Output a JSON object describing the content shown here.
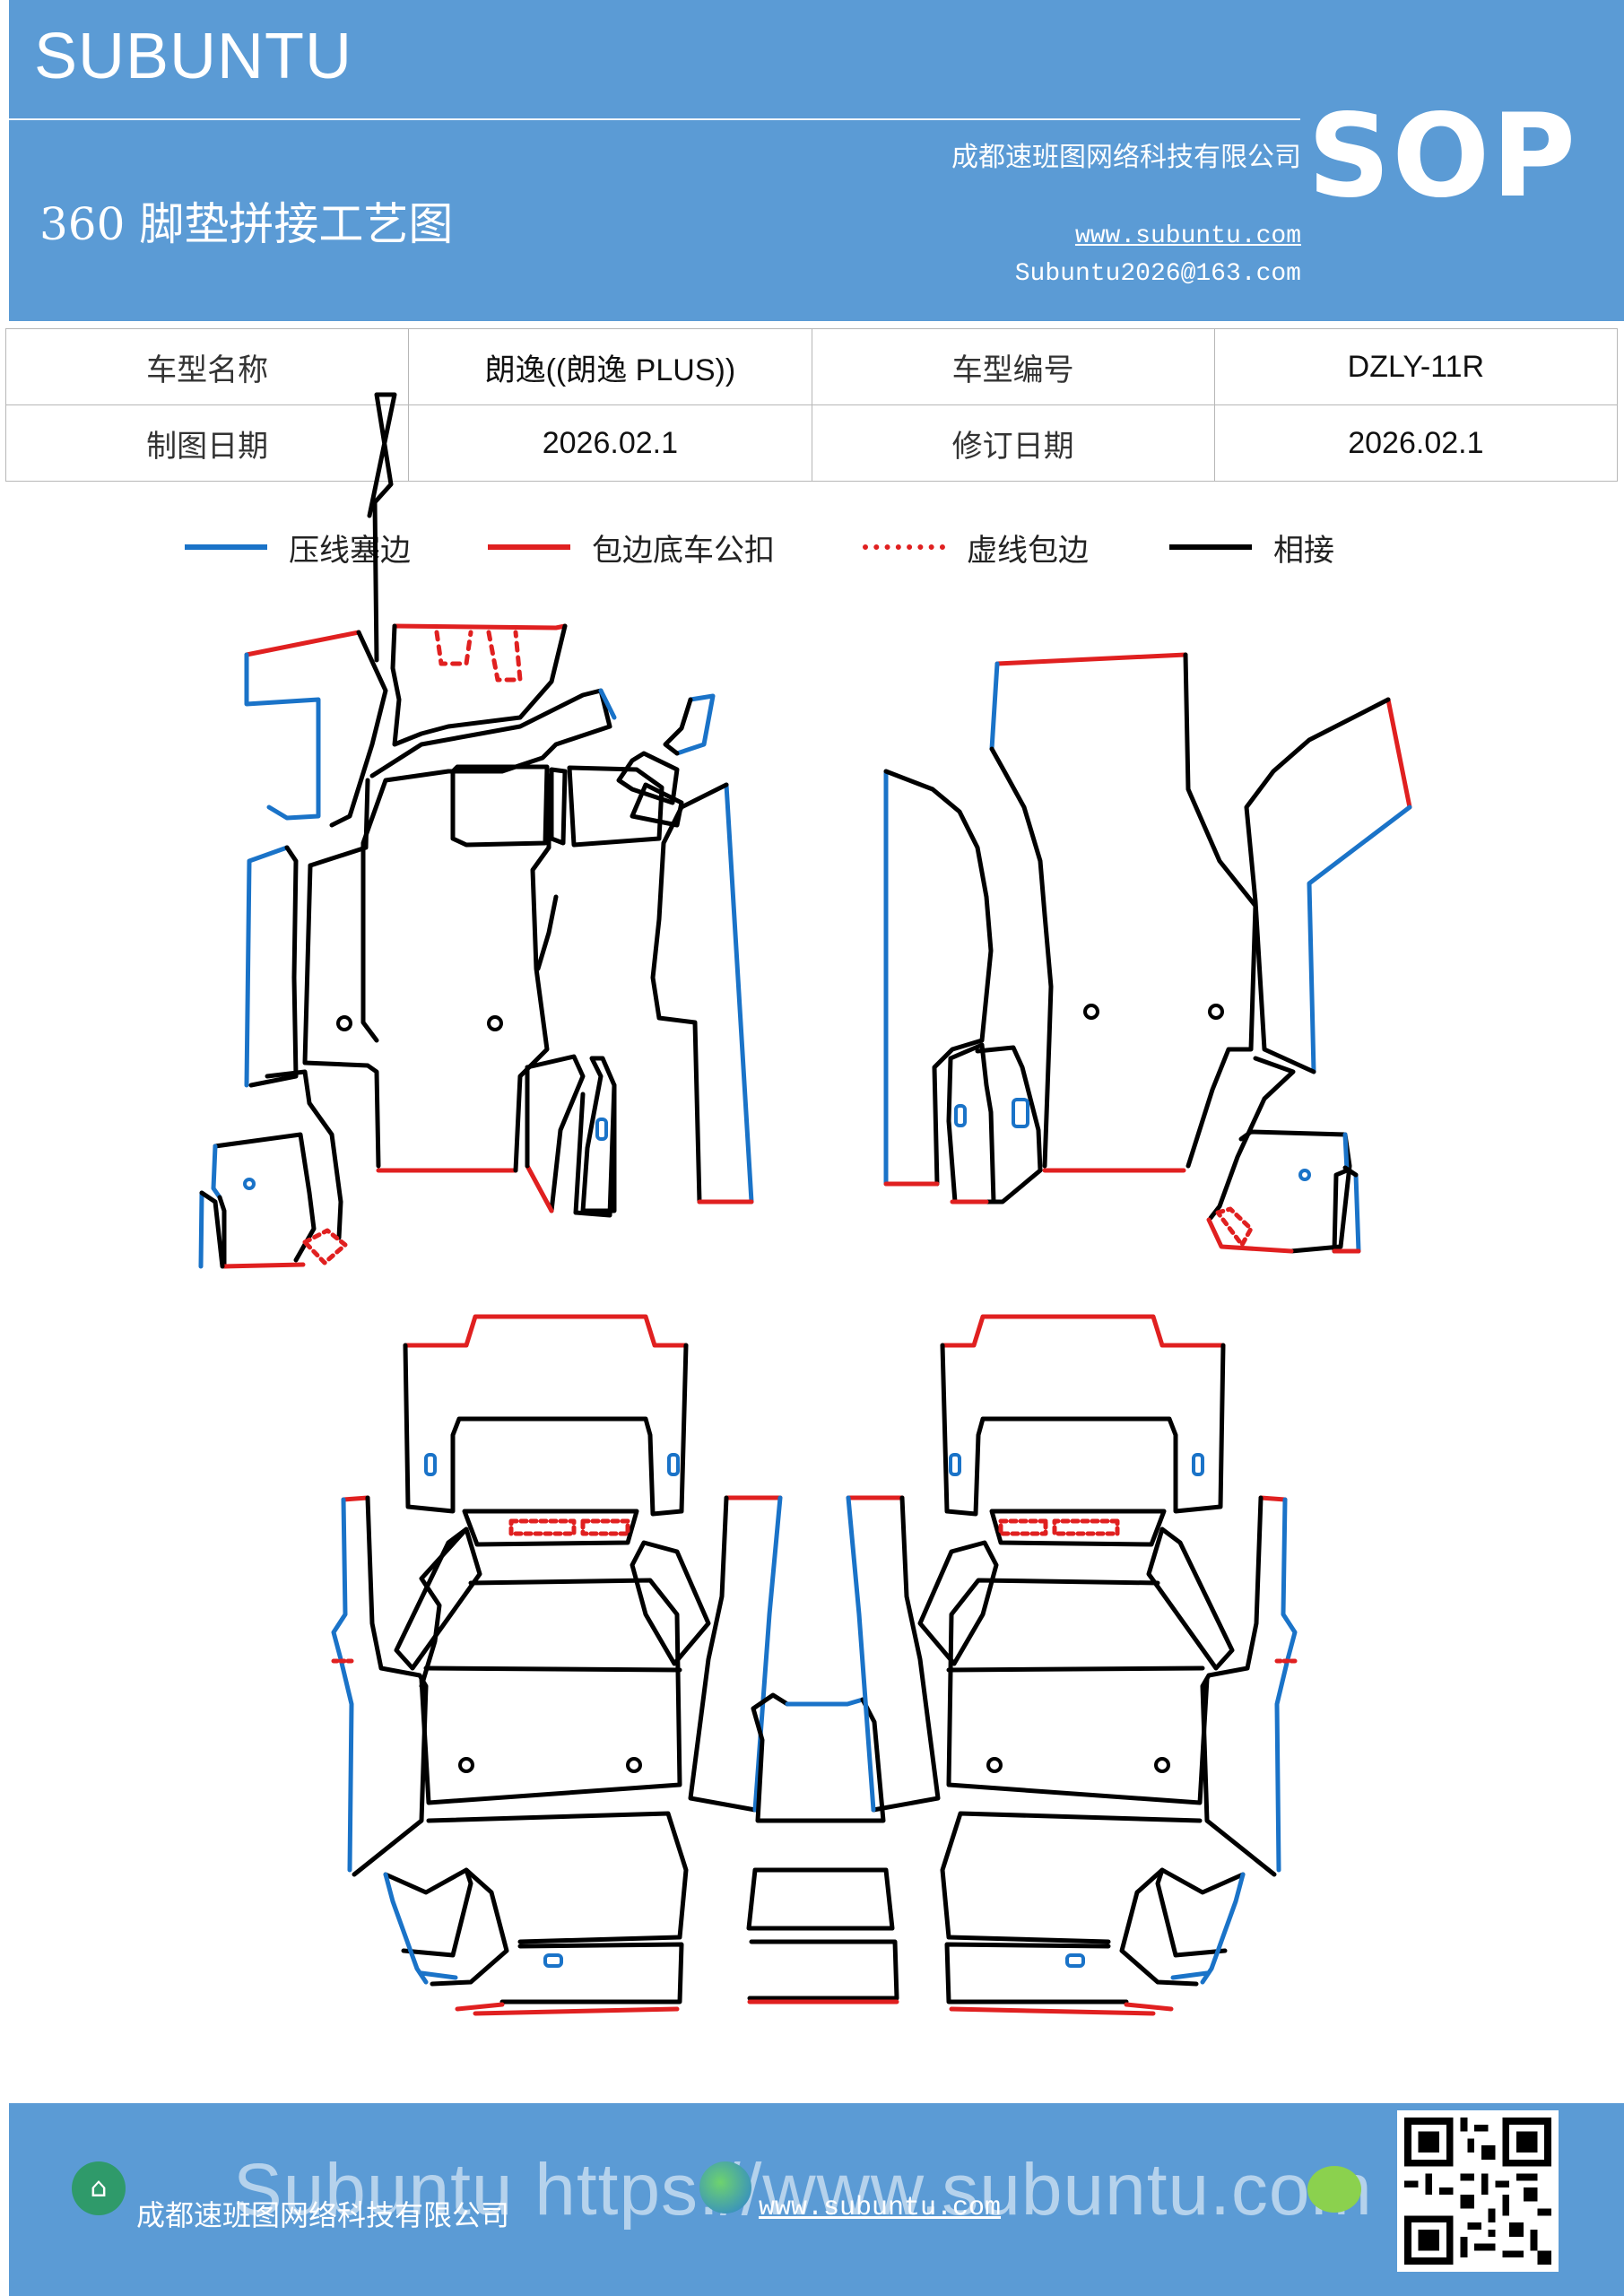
{
  "header": {
    "brand": "SUBUNTU",
    "doc_title": "360 脚垫拼接工艺图",
    "company": "成都速班图网络科技有限公司",
    "website": "www.subuntu.com",
    "email": "Subuntu2026@163.com",
    "sop": "SOP"
  },
  "info_table": {
    "rows": [
      {
        "label1": "车型名称",
        "value1": "朗逸((朗逸 PLUS))",
        "label2": "车型编号",
        "value2": "DZLY-11R"
      },
      {
        "label1": "制图日期",
        "value1": "2026.02.1",
        "label2": "修订日期",
        "value2": "2026.02.1"
      }
    ]
  },
  "legend": [
    {
      "label": "压线塞边",
      "color": "#1a73c8",
      "style": "solid"
    },
    {
      "label": "包边底车公扣",
      "color": "#e02020",
      "style": "solid"
    },
    {
      "label": "虚线包边",
      "color": "#e02020",
      "style": "dotted"
    },
    {
      "label": "相接",
      "color": "#000000",
      "style": "solid"
    }
  ],
  "colors": {
    "header_bg": "#5b9bd5",
    "blue_line": "#1a73c8",
    "red_line": "#e02020",
    "black_line": "#000000"
  },
  "footer": {
    "company": "成都速班图网络科技有限公司",
    "url": "www.subuntu.com",
    "watermark": "Subuntu https://www.subuntu.com",
    "icons": [
      "home-icon",
      "globe-icon",
      "wechat-icon",
      "qr-code"
    ]
  }
}
